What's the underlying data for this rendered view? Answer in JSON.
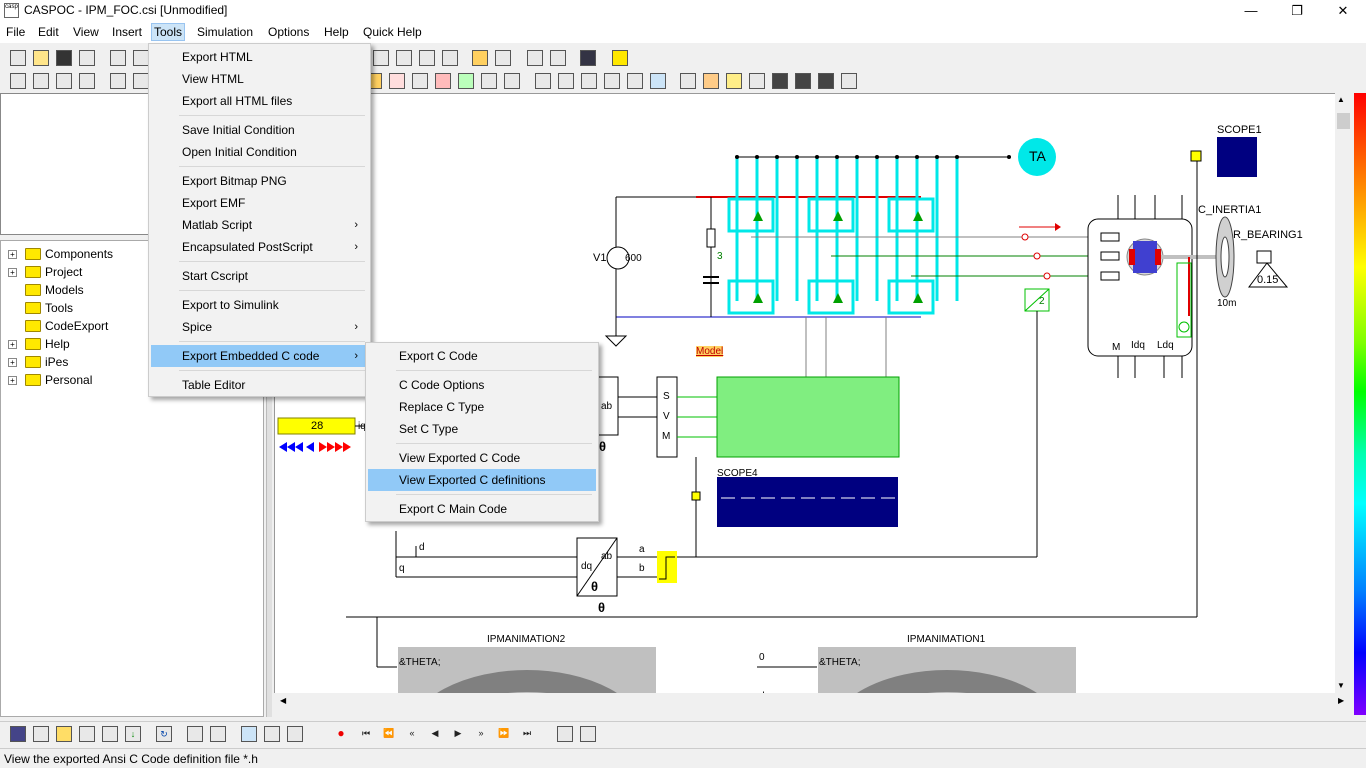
{
  "window": {
    "title": "CASPOC - IPM_FOC.csi [Unmodified]",
    "app_icon_text": "casp",
    "minimize_glyph": "—",
    "restore_glyph": "❐",
    "close_glyph": "✕"
  },
  "menubar": {
    "items": [
      "File",
      "Edit",
      "View",
      "Insert",
      "Tools",
      "Simulation",
      "Options",
      "Help",
      "Quick Help"
    ],
    "active": "Tools"
  },
  "tools_menu": {
    "items": [
      "Export HTML",
      "View HTML",
      "Export all HTML files",
      "Save Initial Condition",
      "Open Initial Condition",
      "Export Bitmap PNG",
      "Export EMF",
      "Matlab Script",
      "Encapsulated PostScript",
      "Start Cscript",
      "Export to Simulink",
      "Spice",
      "Export Embedded C code",
      "Table Editor"
    ],
    "submenu_arrow": "›",
    "highlighted": "Export Embedded C code"
  },
  "embedded_c_submenu": {
    "items": [
      "Export C Code",
      "C Code Options",
      "Replace C Type",
      "Set C Type",
      "View Exported C Code",
      "View Exported C definitions",
      "Export C Main Code"
    ],
    "highlighted": "View Exported C definitions"
  },
  "tree": {
    "items": [
      {
        "label": "Components",
        "expander": "+"
      },
      {
        "label": "Project",
        "expander": "+"
      },
      {
        "label": "Models",
        "expander": ""
      },
      {
        "label": "Tools",
        "expander": ""
      },
      {
        "label": "CodeExport",
        "expander": ""
      },
      {
        "label": "Help",
        "expander": "+"
      },
      {
        "label": "iPes",
        "expander": "+"
      },
      {
        "label": "Personal",
        "expander": "+"
      }
    ]
  },
  "schematic": {
    "scope1": "SCOPE1",
    "scope4": "SCOPE4",
    "c_inertia": "C_INERTIA1",
    "r_bearing": "R_BEARING1",
    "bearing_value": "0.15",
    "inertia_value": "10m",
    "v1_label": "V1",
    "v1_value": "600",
    "ta_label": "TA",
    "model_link": "Model",
    "input_value": "28",
    "svm_labels": [
      "S",
      "V",
      "M"
    ],
    "transform_ab": "ab",
    "transform_dq": "dq",
    "theta": "θ",
    "ratio_top": "3",
    "ratio_bottom": "2",
    "motor_label": "M",
    "motor_idq": "Idq",
    "motor_ldq": "Ldq",
    "wire_d": "d",
    "wire_q": "q",
    "wire_a": "a",
    "wire_b": "b",
    "iq_label": "iq",
    "ipm2": "IPMANIMATION2",
    "ipm1": "IPMANIMATION1",
    "theta_ref": "&THETA;",
    "zero": "0",
    "stray_a": "a",
    "stray_d": "d"
  },
  "status": {
    "text": "View the exported Ansi C Code definition file *.h"
  },
  "colors": {
    "accent": "#91c9f7",
    "cyan": "#00ffff",
    "scope": "#000080",
    "green_block": "#80ee80",
    "yellow": "#ffff00"
  }
}
